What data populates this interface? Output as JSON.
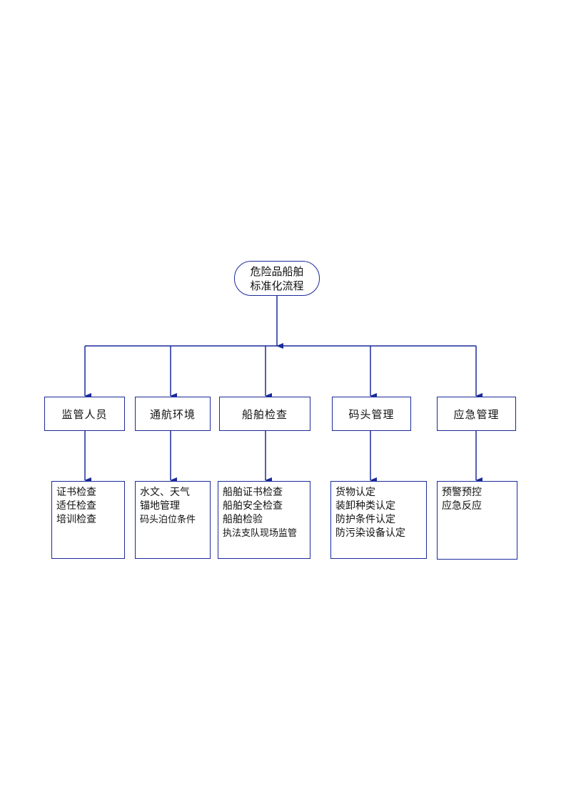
{
  "root": {
    "line1": "危险品船舶",
    "line2": "标准化流程"
  },
  "categories": [
    {
      "label": "监管人员",
      "details": [
        "证书检查",
        "适任检查",
        "培训检查"
      ]
    },
    {
      "label": "通航环境",
      "details": [
        "水文、天气",
        "锚地管理",
        "码头泊位条件"
      ]
    },
    {
      "label": "船舶检查",
      "details": [
        "船舶证书检查",
        "船舶安全检查",
        "船舶检验",
        "执法支队现场监管"
      ]
    },
    {
      "label": "码头管理",
      "details": [
        "货物认定",
        "装卸种类认定",
        "防护条件认定",
        "防污染设备认定"
      ]
    },
    {
      "label": "应急管理",
      "details": [
        "预警预控",
        "应急反应"
      ]
    }
  ],
  "colors": {
    "line": "#1a2a9a",
    "box_border": "#1a2a9a"
  }
}
